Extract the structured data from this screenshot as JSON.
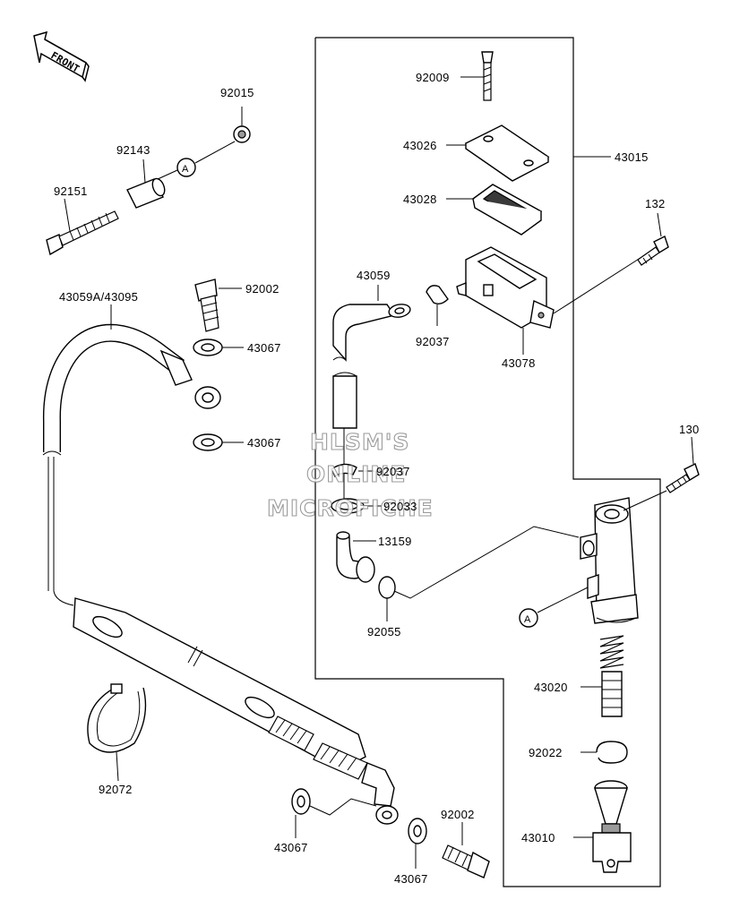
{
  "front_badge": "FRONT",
  "watermark": {
    "line1": "HLSM'S",
    "line2": "ONLINE",
    "line3": "MICROFICHE"
  },
  "callout": "A",
  "labels": {
    "p92015": "92015",
    "p92143": "92143",
    "p92151": "92151",
    "p92002_top": "92002",
    "p43059a_43095": "43059A/43095",
    "p43067_a": "43067",
    "p43067_b": "43067",
    "p92009": "92009",
    "p43026": "43026",
    "p43015": "43015",
    "p43028": "43028",
    "p132": "132",
    "p43059": "43059",
    "p92037_a": "92037",
    "p43078": "43078",
    "p92037_b": "92037",
    "p92033": "92033",
    "p130": "130",
    "p13159": "13159",
    "p92055": "92055",
    "p43020": "43020",
    "p92022": "92022",
    "p92072": "92072",
    "p43067_c": "43067",
    "p92002_bottom": "92002",
    "p43067_d": "43067",
    "p43010": "43010"
  },
  "colors": {
    "ink": "#000000",
    "watermark_stroke": "#8a8a8a",
    "shade": "#9a9a9a"
  }
}
